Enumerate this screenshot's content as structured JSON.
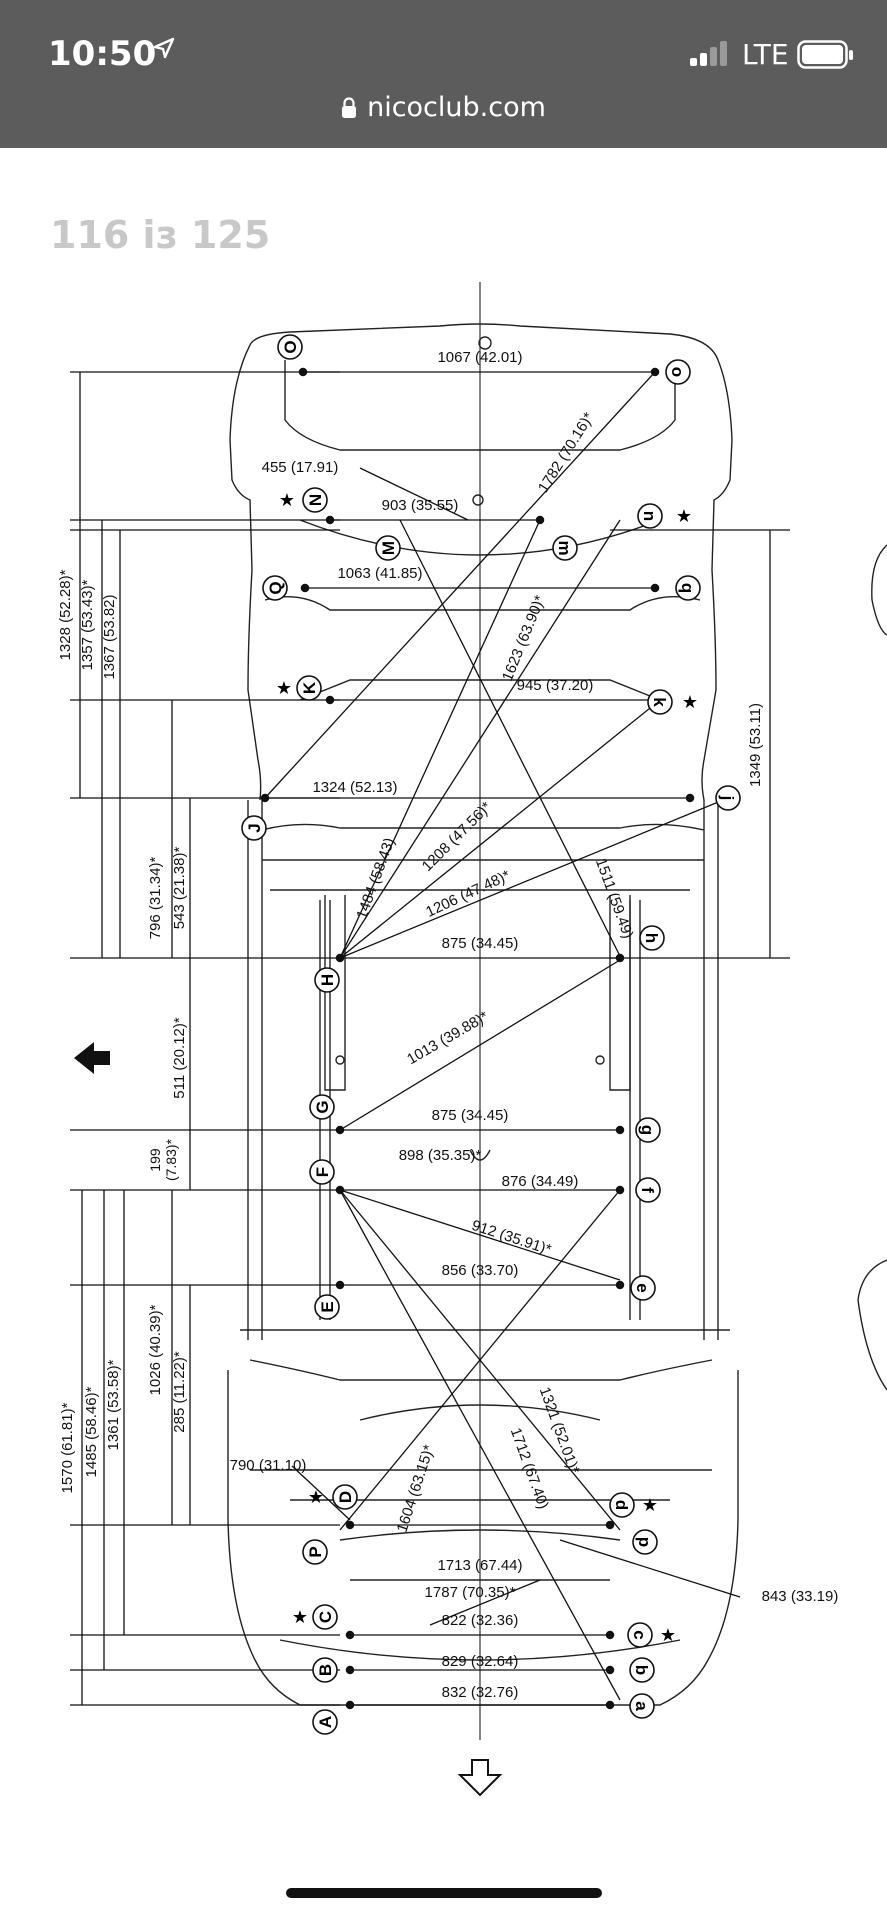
{
  "status_bar": {
    "time": "10:50",
    "carrier": "LTE"
  },
  "browser": {
    "url": "nicoclub.com"
  },
  "document": {
    "page_counter": "116 із 125"
  },
  "diagram": {
    "points_left": [
      "O",
      "N",
      "M",
      "Q",
      "K",
      "J",
      "H",
      "G",
      "F",
      "E",
      "D",
      "P",
      "C",
      "B",
      "A"
    ],
    "points_right": [
      "o",
      "n",
      "m",
      "q",
      "k",
      "j",
      "h",
      "g",
      "f",
      "e",
      "d",
      "p",
      "c",
      "b",
      "a"
    ],
    "horizontal_dims": [
      "1067 (42.01)",
      "455 (17.91)",
      "903 (35.55)",
      "1063 (41.85)",
      "945 (37.20)",
      "1324 (52.13)",
      "875 (34.45)",
      "875 (34.45)",
      "898 (35.35)*",
      "876 (34.49)",
      "856 (33.70)",
      "790 (31.10)",
      "1713 (67.44)",
      "1787 (70.35)*",
      "843 (33.19)",
      "822 (32.36)",
      "829 (32.64)",
      "832 (32.76)"
    ],
    "diagonal_dims": [
      "1782 (70.16)*",
      "1623 (63.90)*",
      "1484 (58.43)",
      "1208 (47.56)*",
      "1206 (47.48)*",
      "1511 (59.49)",
      "1013 (39.88)*",
      "912 (35.91)*",
      "1321 (52.01)*",
      "1604 (63.15)*",
      "1712 (67.40)"
    ],
    "vertical_dims": [
      "1328 (52.28)*",
      "1357 (53.43)*",
      "1367 (53.82)",
      "796 (31.34)*",
      "543 (21.38)*",
      "1349 (53.11)",
      "511 (20.12)*",
      "199 (7.83)*",
      "1026 (40.39)*",
      "285 (11.22)*",
      "1570 (61.81)*",
      "1485 (58.46)*",
      "1361 (53.58)*"
    ]
  }
}
